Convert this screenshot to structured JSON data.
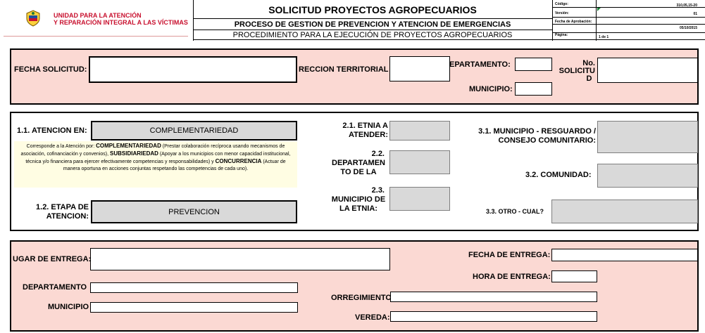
{
  "header": {
    "logo_line1": "UNIDAD PARA LA ATENCIÓN",
    "logo_line2": "Y REPARACIÓN INTEGRAL A LAS VÍCTIMAS",
    "title": "SOLICITUD  PROYECTOS AGROPECUARIOS",
    "process": "PROCESO DE GESTION DE PREVENCION Y ATENCION DE EMERGENCIAS",
    "procedure": "PROCEDIMIENTO PARA LA EJECUCIÓN DE PROYECTOS AGROPECUARIOS",
    "meta": {
      "codigo_label": "Código:",
      "codigo_value": "310,05,15-20",
      "version_label": "Versión:",
      "version_value": "01",
      "fecha_label": "Fecha de Aprobación:",
      "fecha_value": "05/10/2015",
      "pagina_label": "Página:",
      "pagina_value": "1 de 1"
    }
  },
  "section1": {
    "fecha_solicitud": "FECHA SOLICITUD:",
    "direccion_territorial": "RECCION TERRITORIAL",
    "departamento": "EPARTAMENTO:",
    "municipio": "MUNICIPIO:",
    "no_solicitud_1": "No.",
    "no_solicitud_2": "SOLICITU",
    "no_solicitud_3": "D"
  },
  "section2": {
    "atencion_en_label": "1.1. ATENCION EN:",
    "atencion_en_value": "COMPLEMENTARIEDAD",
    "note_1": "Corresponde a la Atención por: ",
    "note_b1": "COMPLEMENTARIEDAD",
    "note_2": " (Prestar colaboración recíproca usando mecanismos de asociación, cofinanciación y convenios), ",
    "note_b2": "SUBSIDIARIEDAD",
    "note_3": " (Apoyar a los municipios con menor capacidad institucional, técnica y/o financiera para ejercer efectivamente competencias y responsabilidades) y ",
    "note_b3": "CONCURRENCIA",
    "note_4": " (Actuar de manera oportuna en acciones conjuntas respetando las competencias de cada uno).",
    "etapa_label_1": "1.2. ETAPA DE",
    "etapa_label_2": "ATENCION:",
    "etapa_value": "PREVENCION",
    "etnia_1": "2.1. ETNIA A",
    "etnia_2": "ATENDER:",
    "depto_1": "2.2.",
    "depto_2": "DEPARTAMEN",
    "depto_3": "TO DE LA",
    "mun_1": "2.3.",
    "mun_2": "MUNICIPIO DE",
    "mun_3": "LA ETNIA:",
    "resguardo_1": "3.1. MUNICIPIO - RESGUARDO /",
    "resguardo_2": "CONSEJO COMUNITARIO:",
    "comunidad": "3.2. COMUNIDAD:",
    "otro": "3.3. OTRO - CUAL?"
  },
  "section3": {
    "lugar_entrega": "UGAR DE ENTREGA:",
    "departamento": "DEPARTAMENTO",
    "municipio": "MUNICIPIO",
    "fecha_entrega": "FECHA DE ENTREGA:",
    "hora_entrega": "HORA DE ENTREGA:",
    "corregimiento": "ORREGIMIENTO:",
    "vereda": "VEREDA:"
  }
}
